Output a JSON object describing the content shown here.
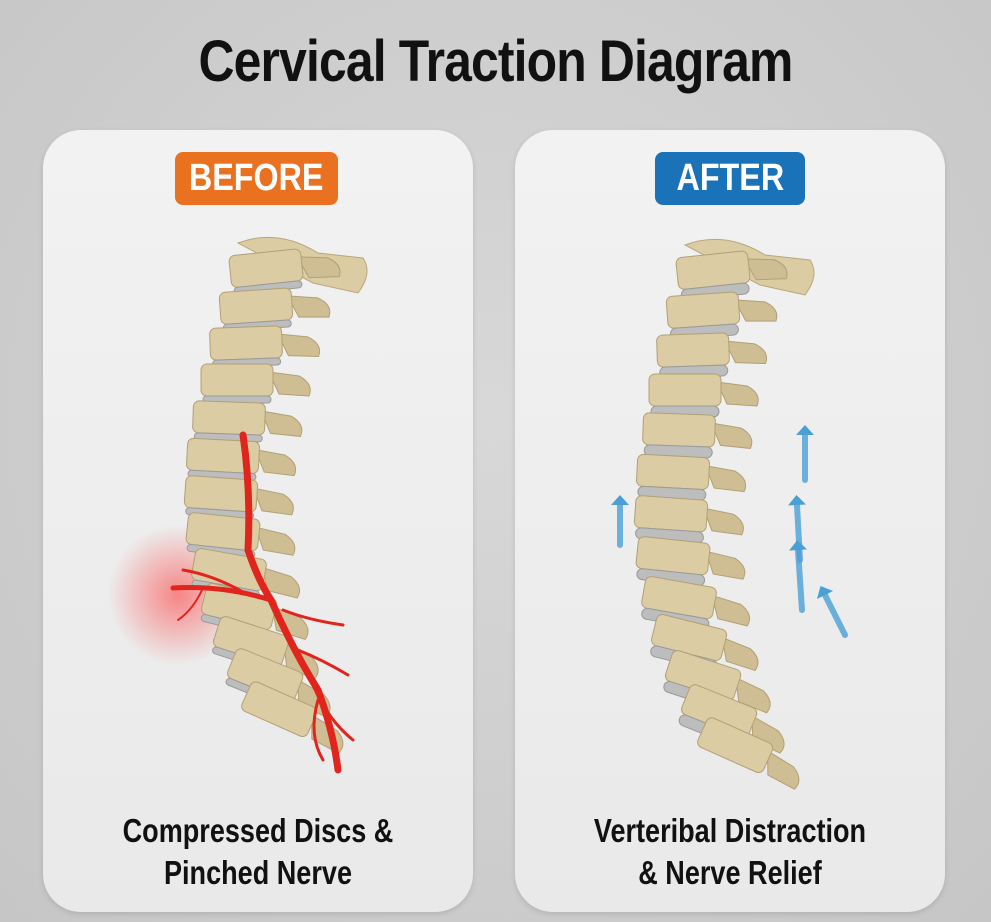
{
  "title": "Cervical Traction Diagram",
  "panels": [
    {
      "badge": "BEFORE",
      "badge_color": "#e9711f",
      "caption_line1": "Compressed Discs &",
      "caption_line2": "Pinched Nerve"
    },
    {
      "badge": "AFTER",
      "badge_color": "#1a72b8",
      "caption_line1": "Verteribal Distraction",
      "caption_line2": "& Nerve Relief"
    }
  ],
  "colors": {
    "bone": "#dccca4",
    "disc": "#bdbdbd",
    "nerve": "#e0251c",
    "arrow": "#4a9fd6"
  }
}
